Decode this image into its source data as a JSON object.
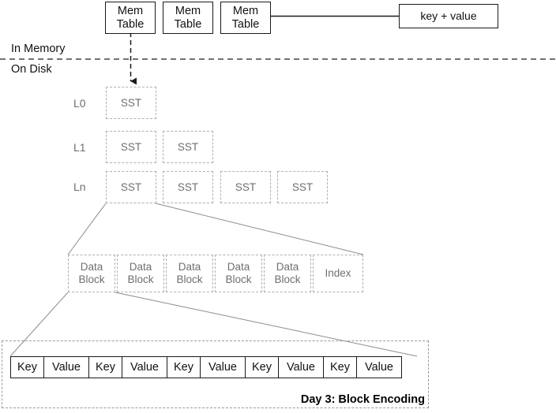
{
  "diagram": {
    "title_caption": "Day 3: Block Encoding",
    "memory_label": "In Memory",
    "disk_label": "On Disk",
    "source_box_label": "key + value",
    "memtables": [
      {
        "line1": "Mem",
        "line2": "Table"
      },
      {
        "line1": "Mem",
        "line2": "Table"
      },
      {
        "line1": "Mem",
        "line2": "Table"
      }
    ],
    "levels": [
      {
        "label": "L0",
        "ssts": [
          "SST"
        ]
      },
      {
        "label": "L1",
        "ssts": [
          "SST",
          "SST"
        ]
      },
      {
        "label": "Ln",
        "ssts": [
          "SST",
          "SST",
          "SST",
          "SST"
        ]
      }
    ],
    "sst_internals": {
      "data_blocks": [
        {
          "line1": "Data",
          "line2": "Block"
        },
        {
          "line1": "Data",
          "line2": "Block"
        },
        {
          "line1": "Data",
          "line2": "Block"
        },
        {
          "line1": "Data",
          "line2": "Block"
        },
        {
          "line1": "Data",
          "line2": "Block"
        }
      ],
      "index_label": "Index"
    },
    "block_encoding": {
      "cells": [
        "Key",
        "Value",
        "Key",
        "Value",
        "Key",
        "Value",
        "Key",
        "Value",
        "Key",
        "Value"
      ]
    },
    "colors": {
      "solid_stroke": "#1a1a1a",
      "dashed_stroke": "#b0b0b0",
      "connector_stroke": "#8c8c8c",
      "text": "#111111",
      "muted_text": "#6f6f6f",
      "background": "#ffffff"
    }
  }
}
